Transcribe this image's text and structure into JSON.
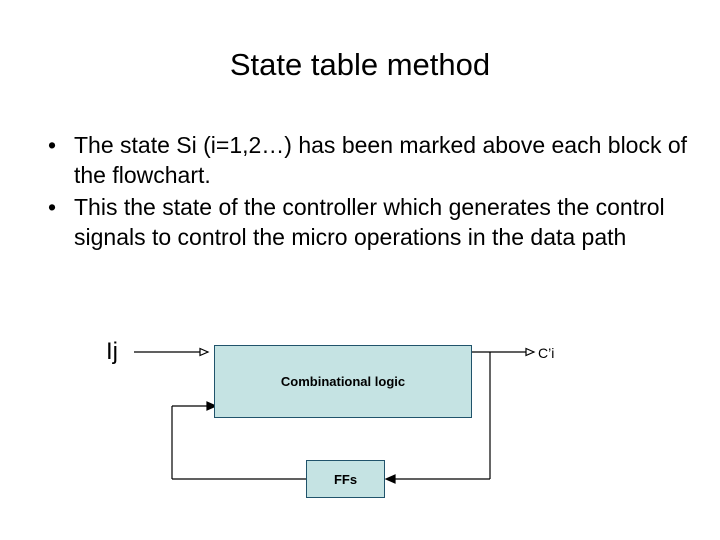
{
  "slide": {
    "title": "State table method",
    "bullets": [
      {
        "marker": "•",
        "text": "The state  Si (i=1,2…) has been marked above each block of the flowchart."
      },
      {
        "marker": "•",
        "text": "This the state of the controller which generates the control signals to control the micro operations in the data path"
      }
    ],
    "diagram": {
      "combinational_block_label": "Combinational logic",
      "flipflop_block_label": "FFs",
      "input_label": "Ij",
      "output_label": "C’i",
      "block_fill_color": "#c5e3e3",
      "block_border_color": "#20536b",
      "wire_color": "#000000"
    }
  }
}
